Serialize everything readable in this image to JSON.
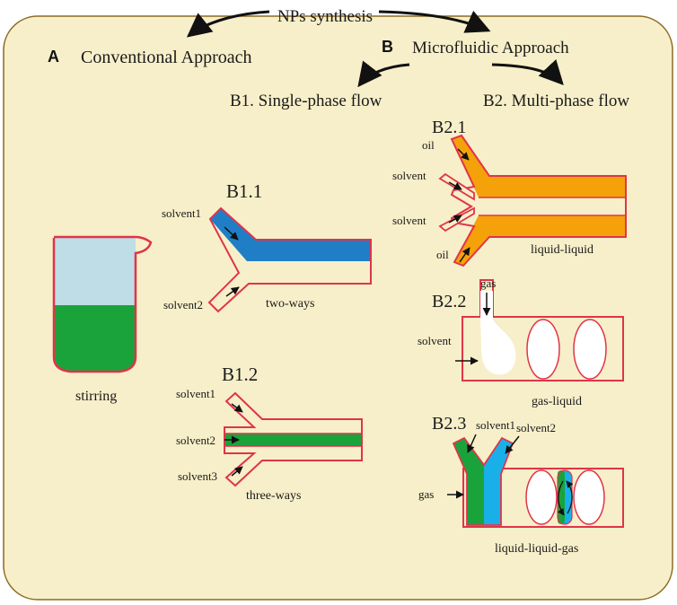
{
  "top_title": "NPs synthesis",
  "panel_a": {
    "letter": "A",
    "title": "Conventional Approach",
    "caption": "stirring"
  },
  "panel_b": {
    "letter": "B",
    "title": "Microfluidic Approach",
    "single_phase": {
      "title": "B1. Single-phase flow",
      "b11": {
        "label": "B1.1",
        "in1": "solvent1",
        "in2": "solvent2",
        "caption": "two-ways"
      },
      "b12": {
        "label": "B1.2",
        "in1": "solvent1",
        "in2": "solvent2",
        "in3": "solvent3",
        "caption": "three-ways"
      }
    },
    "multi_phase": {
      "title": "B2. Multi-phase flow",
      "b21": {
        "label": "B2.1",
        "oil_top": "oil",
        "solvent_a": "solvent",
        "solvent_b": "solvent",
        "oil_bottom": "oil",
        "caption": "liquid-liquid"
      },
      "b22": {
        "label": "B2.2",
        "gas": "gas",
        "solvent": "solvent",
        "caption": "gas-liquid"
      },
      "b23": {
        "label": "B2.3",
        "solvent1": "solvent1",
        "solvent2": "solvent2",
        "gas": "gas",
        "caption": "liquid-liquid-gas"
      }
    }
  },
  "colors": {
    "panel_bg": "#f7efc9",
    "outline": "#e0344a",
    "water": "#1f7ec6",
    "oil": "#f5a10a",
    "green": "#1aa33a",
    "cyan": "#19b0ea",
    "beaker_top": "#bfdde6"
  }
}
